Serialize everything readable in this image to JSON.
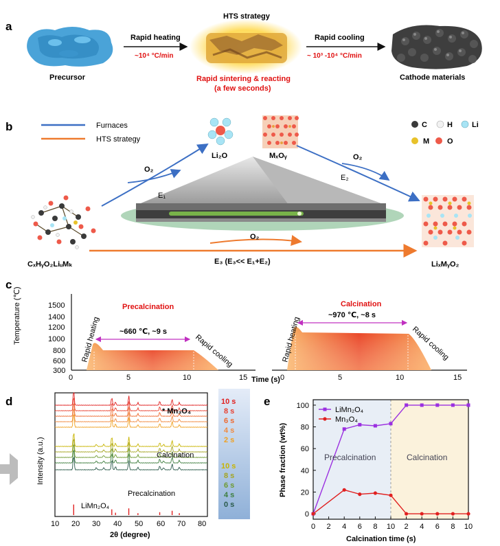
{
  "panel_a": {
    "letter": "a",
    "hts_title": "HTS strategy",
    "precursor": "Precursor",
    "rapid_heating": "Rapid heating",
    "heating_rate": "~10⁴ °C/min",
    "rapid_cooling": "Rapid cooling",
    "cooling_rate": "~ 10³ -10⁴ °C/min",
    "sintering_line1": "Rapid sintering & reacting",
    "sintering_line2": "(a few seconds)",
    "cathode": "Cathode materials"
  },
  "panel_b": {
    "letter": "b",
    "legend_furnaces": "Furnaces",
    "legend_hts": "HTS strategy",
    "furnace_color": "#3c6fc4",
    "hts_color": "#ee7a2e",
    "o2_left": "O₂",
    "o2_right": "O₂",
    "o2_bottom": "O₂",
    "e1": "E₁",
    "e2": "E₂",
    "e3": "E₃ (E₃<< E₁+E₂)",
    "li2o": "Li₂O",
    "mxoy": "MₓOᵧ",
    "reactant": "CₓHᵧO₂LiᵤMₖ",
    "product": "LiₓMᵧO₂",
    "atoms": [
      {
        "symbol": "C",
        "color": "#3a3a3a"
      },
      {
        "symbol": "H",
        "color": "#f2f2f2"
      },
      {
        "symbol": "Li",
        "color": "#a8e4f5"
      },
      {
        "symbol": "M",
        "color": "#e8c22a"
      },
      {
        "symbol": "O",
        "color": "#ee5a4a"
      }
    ]
  },
  "panel_c": {
    "letter": "c",
    "ylabel": "Temperature (℃)",
    "xlabel": "Time (s)",
    "left_title": "Precalcination",
    "right_title": "Calcination",
    "left_annot": "~660 ℃, ~9 s",
    "right_annot": "~970 ℃, ~8 s",
    "rapid_heating": "Rapid heating",
    "rapid_cooling": "Rapid cooling",
    "y_ticks": [
      "1500",
      "1400",
      "1200",
      "1000",
      "800",
      "600",
      "300"
    ],
    "x_ticks": [
      "0",
      "5",
      "10",
      "15"
    ],
    "x_ticks_right": [
      "0",
      "5",
      "10",
      "15"
    ],
    "annot_color": "#c030c0"
  },
  "panel_d": {
    "letter": "d",
    "ylabel": "Intensity (a.u.)",
    "xlabel": "2θ (degree)",
    "x_ticks": [
      "10",
      "20",
      "30",
      "40",
      "50",
      "60",
      "70",
      "80"
    ],
    "mn3o4_label": "* Mn₃O₄",
    "calcination_label": "Calcination",
    "precalcination_label": "Precalcination",
    "reference_label": "LiMn₂O₄",
    "legend_calcination": [
      {
        "label": "10 s",
        "color": "#e02020"
      },
      {
        "label": "8 s",
        "color": "#e84030"
      },
      {
        "label": "6 s",
        "color": "#ee6a30"
      },
      {
        "label": "4 s",
        "color": "#f08a40"
      },
      {
        "label": "2 s",
        "color": "#f0a020"
      }
    ],
    "legend_precalcination": [
      {
        "label": "10 s",
        "color": "#c8b400"
      },
      {
        "label": "8 s",
        "color": "#a4a420"
      },
      {
        "label": "6 s",
        "color": "#6e9a30"
      },
      {
        "label": "4 s",
        "color": "#3e7e3e"
      },
      {
        "label": "0 s",
        "color": "#2a5a4a"
      }
    ]
  },
  "panel_e": {
    "letter": "e",
    "ylabel": "Phase fraction (wt%)",
    "xlabel": "Calcination time (s)",
    "region_pre": "Precalcination",
    "region_cal": "Calcination"
  },
  "chart_data": [
    {
      "type": "line",
      "title": "",
      "xlabel": "Calcination time (s)",
      "ylabel": "Phase fraction (wt%)",
      "ylim": [
        -5,
        105
      ],
      "y_ticks": [
        0,
        20,
        40,
        60,
        80,
        100
      ],
      "x_tick_labels": [
        "0",
        "2",
        "4",
        "6",
        "8",
        "10",
        "2",
        "4",
        "6",
        "8",
        "10"
      ],
      "x": [
        0,
        4,
        6,
        8,
        10,
        12,
        14,
        16,
        18,
        20
      ],
      "series": [
        {
          "name": "LiMn₂O₄",
          "color": "#9b30e0",
          "marker": "square",
          "values": [
            0,
            78,
            82,
            81,
            83,
            100,
            100,
            100,
            100,
            100
          ]
        },
        {
          "name": "Mn₃O₄",
          "color": "#e02020",
          "marker": "circle",
          "values": [
            0,
            22,
            18,
            19,
            17,
            0,
            0,
            0,
            0,
            0
          ]
        }
      ],
      "grid": false,
      "legend": "top-left"
    }
  ]
}
